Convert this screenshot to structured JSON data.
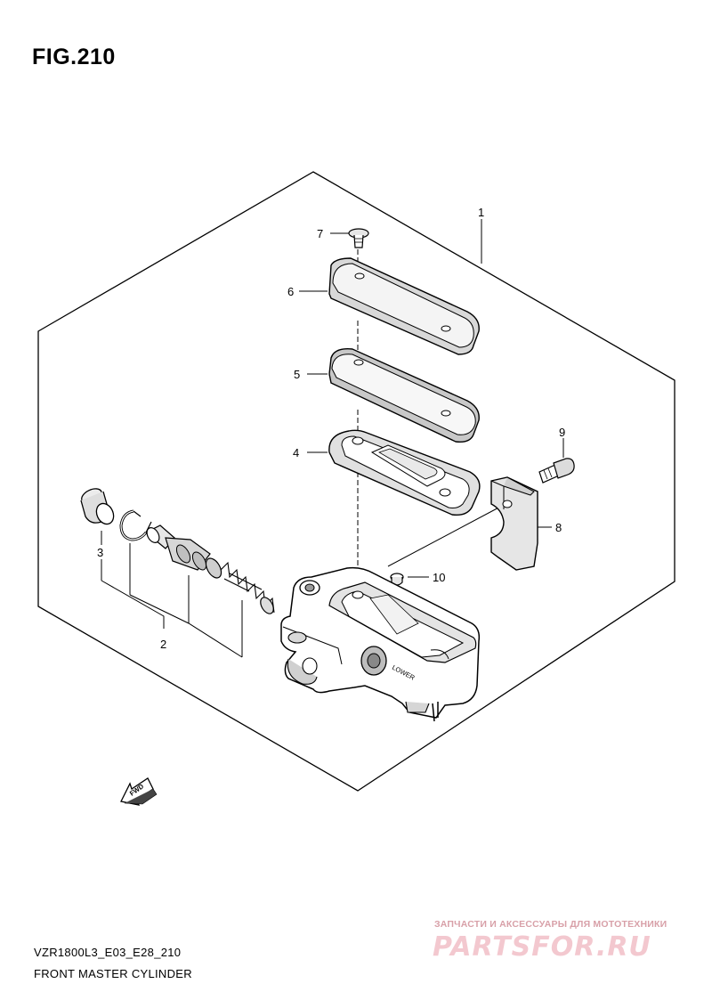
{
  "figure": {
    "title": "FIG.210"
  },
  "callouts": {
    "c1": "1",
    "c2": "2",
    "c3": "3",
    "c4": "4",
    "c5": "5",
    "c6": "6",
    "c7": "7",
    "c8": "8",
    "c9": "9",
    "c10": "10"
  },
  "part_markings": {
    "lower": "LOWER",
    "fwd": "FWD"
  },
  "footer": {
    "model_code": "VZR1800L3_E03_E28_210",
    "caption": "FRONT MASTER CYLINDER"
  },
  "watermark": {
    "tagline": "ЗАПЧАСТИ И АКСЕССУАРЫ ДЛЯ МОТОТЕХНИКИ",
    "logo": "PARTSFOR.RU",
    "color": "#f3c8cf"
  }
}
